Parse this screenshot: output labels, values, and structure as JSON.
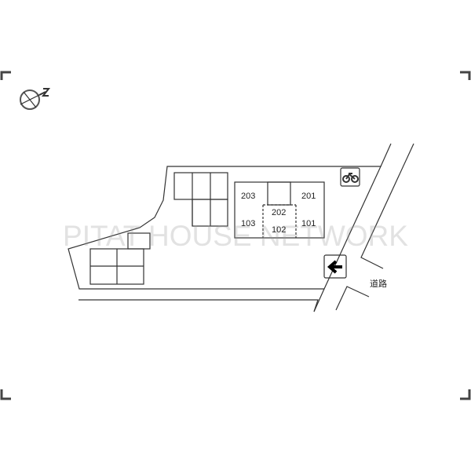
{
  "rooms": [
    "203",
    "201",
    "202",
    "103",
    "102",
    "101"
  ],
  "road_label": "道路",
  "watermark": "PITAT HOUSE NETWORK",
  "icons": [
    "north-compass-icon",
    "bicycle-parking-icon",
    "entrance-arrow-icon"
  ]
}
